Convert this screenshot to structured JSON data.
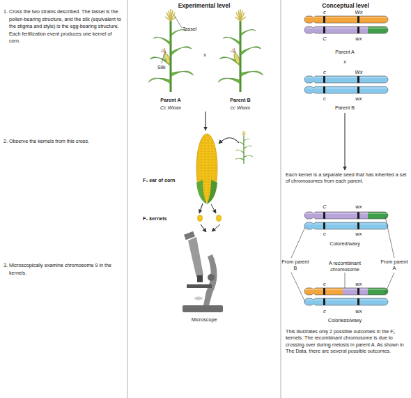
{
  "diagram": {
    "nodes": [
      {
        "text": [
          "1. Cross the two strains described. The tassel is the pollen-bearing structure, and the silk (equivalent to the stigma and style) is the egg-bearing structure. Each fertilization event produces one kernel of corn.",
          "2. Observe the kernels from this cross.",
          "3. Microscopically examine chromosome 9 in the kernels."
        ]
      },
      {
        "text": [
          "Experimental level"
        ]
      },
      {
        "text": [
          "Conceptual level"
        ]
      },
      {
        "text": [
          "F₁ ear of corn"
        ],
        "in": 1
      },
      {
        "text": [
          "F₁ kernels"
        ],
        "in": 1
      },
      {
        "text": [
          "Microscope"
        ],
        "in": 1
      },
      {
        "text": [
          "Parent B"
        ],
        "in": 2
      },
      {
        "text": [
          "Each kernel is a separate seed that has inherited a set of chromosomes from each parent."
        ],
        "in": 2
      }
    ],
    "edges": [
      {
        "from": 3,
        "to": 4,
        "arrow": "to"
      },
      {
        "from": 4,
        "to": 5,
        "arrow": "to"
      },
      {
        "from": 6,
        "to": 7,
        "arrow": "to"
      }
    ],
    "labels": [
      "Tassel",
      "x",
      "Silk",
      "Parent A",
      "Cc Wxwx",
      "Parent B",
      "cc Wxwx",
      "c",
      "Wx",
      "C",
      "wx",
      "Parent A",
      "x",
      "c",
      "Wx",
      "c",
      "wx",
      "C",
      "wx",
      "c",
      "wx",
      "Colored/waxy",
      "From parent B",
      "A recombinant chromosome",
      "From parent A",
      "c",
      "wx",
      "c",
      "wx",
      "Colorless/waxy",
      "This illustrates only 2 possible outcomes in the F₁ kernels. The recombinant chromosome is due to crossing over during meiosis in parent A. As shown in The Data, there are several possible outcomes."
    ]
  }
}
